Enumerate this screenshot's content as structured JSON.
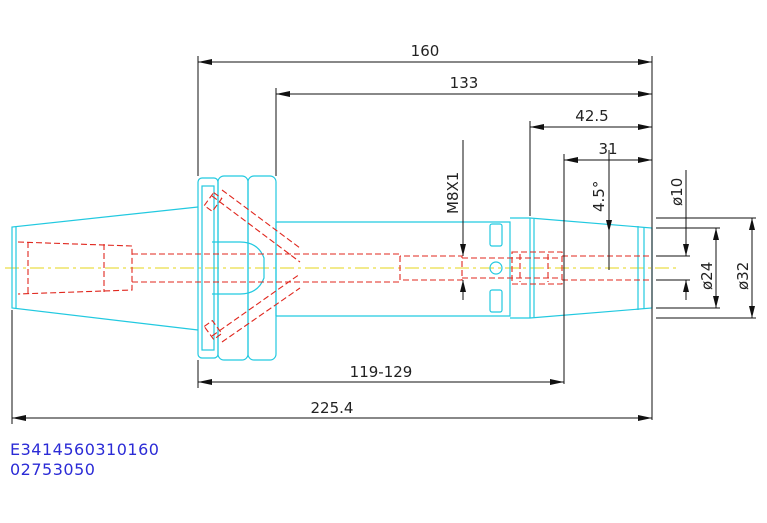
{
  "dimensions": {
    "overall_length": "160",
    "shank_length": "133",
    "nose_length": "42.5",
    "clamp_length": "31",
    "thread": "M8X1",
    "taper_angle": "4.5°",
    "bore_diameter": "ø10",
    "inner_diameter": "ø24",
    "outer_diameter": "ø32",
    "adjust_range": "119-129",
    "total_length": "225.4"
  },
  "codes": {
    "part_number": "E3414560310160",
    "catalog_number": "02753050"
  },
  "colors": {
    "body_outline": "#22c9e0",
    "hidden_lines": "#e0271e",
    "center_line": "#e6d61a",
    "dimension_lines": "#111111",
    "code_text": "#2b2bd6"
  }
}
